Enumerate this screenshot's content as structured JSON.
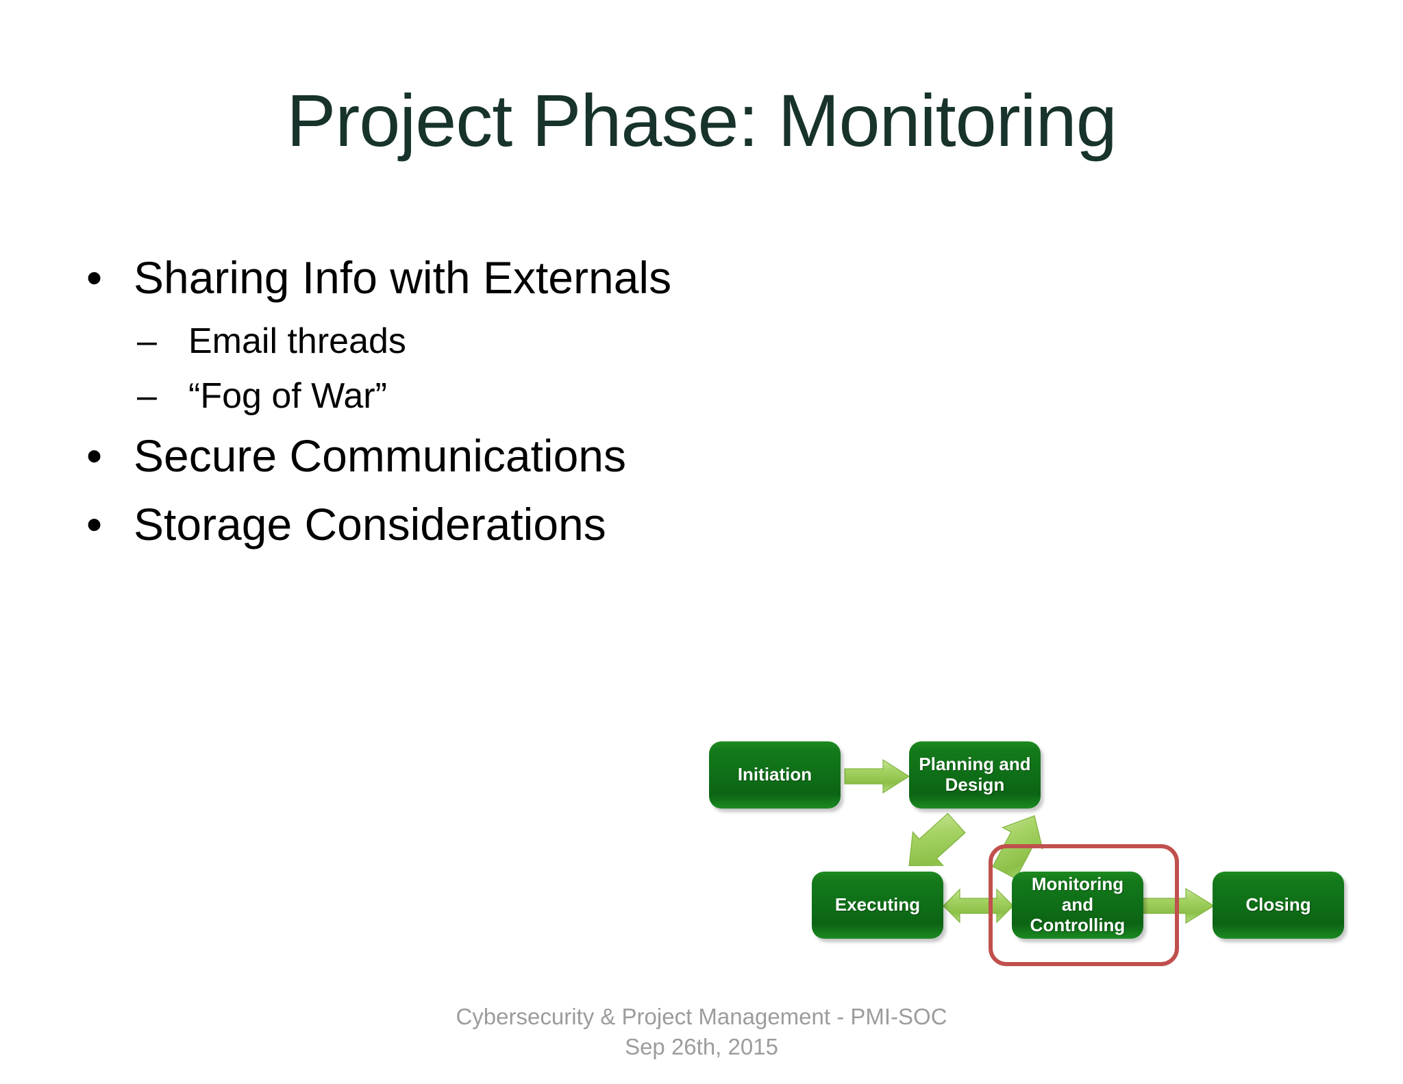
{
  "slide": {
    "title": "Project Phase: Monitoring",
    "title_color": "#17332B",
    "background_color": "#ffffff"
  },
  "body": {
    "bullets": [
      {
        "level": 1,
        "marker": "•",
        "text": "Sharing Info with Externals"
      },
      {
        "level": 2,
        "marker": "–",
        "text": "Email threads"
      },
      {
        "level": 2,
        "marker": "–",
        "text": "“Fog of War”"
      },
      {
        "level": 1,
        "marker": "•",
        "text": "Secure Communications"
      },
      {
        "level": 1,
        "marker": "•",
        "text": "Storage Considerations"
      }
    ]
  },
  "diagram": {
    "name": "project-lifecycle-diagram",
    "box_color": "#0E6E17",
    "box_text_color": "#ffffff",
    "arrow_color": "#9BCB5C",
    "highlight_color": "#C0504D",
    "boxes": [
      {
        "id": "initiation",
        "label": "Initiation"
      },
      {
        "id": "planning",
        "label": "Planning and\nDesign"
      },
      {
        "id": "executing",
        "label": "Executing"
      },
      {
        "id": "monitoring",
        "label": "Monitoring\nand Controlling"
      },
      {
        "id": "closing",
        "label": "Closing"
      }
    ],
    "arrows": [
      {
        "id": "initiation-to-planning",
        "from": "initiation",
        "to": "planning",
        "direction": "right"
      },
      {
        "id": "planning-to-executing",
        "from": "planning",
        "to": "executing",
        "direction": "down-left"
      },
      {
        "id": "monitoring-to-planning",
        "from": "monitoring",
        "to": "planning",
        "direction": "up-right"
      },
      {
        "id": "executing-monitoring",
        "from": "executing",
        "to": "monitoring",
        "direction": "bidirectional"
      },
      {
        "id": "monitoring-to-closing",
        "from": "monitoring",
        "to": "closing",
        "direction": "right"
      }
    ],
    "highlight": {
      "target": "monitoring",
      "shape": "rounded-rectangle"
    }
  },
  "footer": {
    "line1": "Cybersecurity & Project Management - PMI-SOC",
    "line2": "Sep 26th, 2015",
    "color": "#9C9C9C"
  }
}
